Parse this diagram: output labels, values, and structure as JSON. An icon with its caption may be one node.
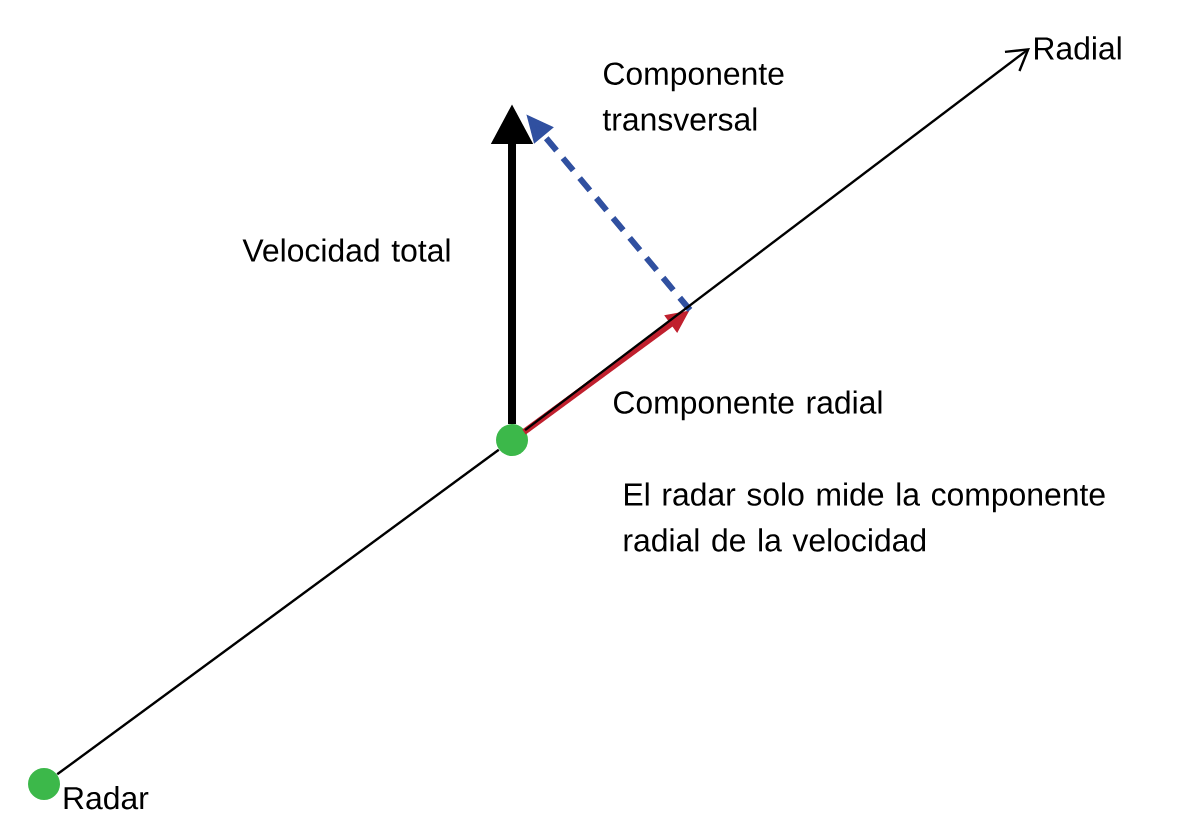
{
  "diagram": {
    "nodes": [
      {
        "text": [],
        "shape": "circle",
        "beside": [
          "Radar"
        ]
      },
      {
        "text": [],
        "shape": "circle"
      },
      {
        "text": [
          "Radial"
        ]
      }
    ],
    "edges": [
      {
        "from": 0,
        "to": 1,
        "arrow": "none"
      },
      {
        "from": 1,
        "to": 2,
        "arrow": "to"
      }
    ],
    "labels": [
      "Componente transversal",
      "Velocidad total",
      "Componente radial",
      "El radar solo mide la componente radial de la velocidad"
    ]
  }
}
